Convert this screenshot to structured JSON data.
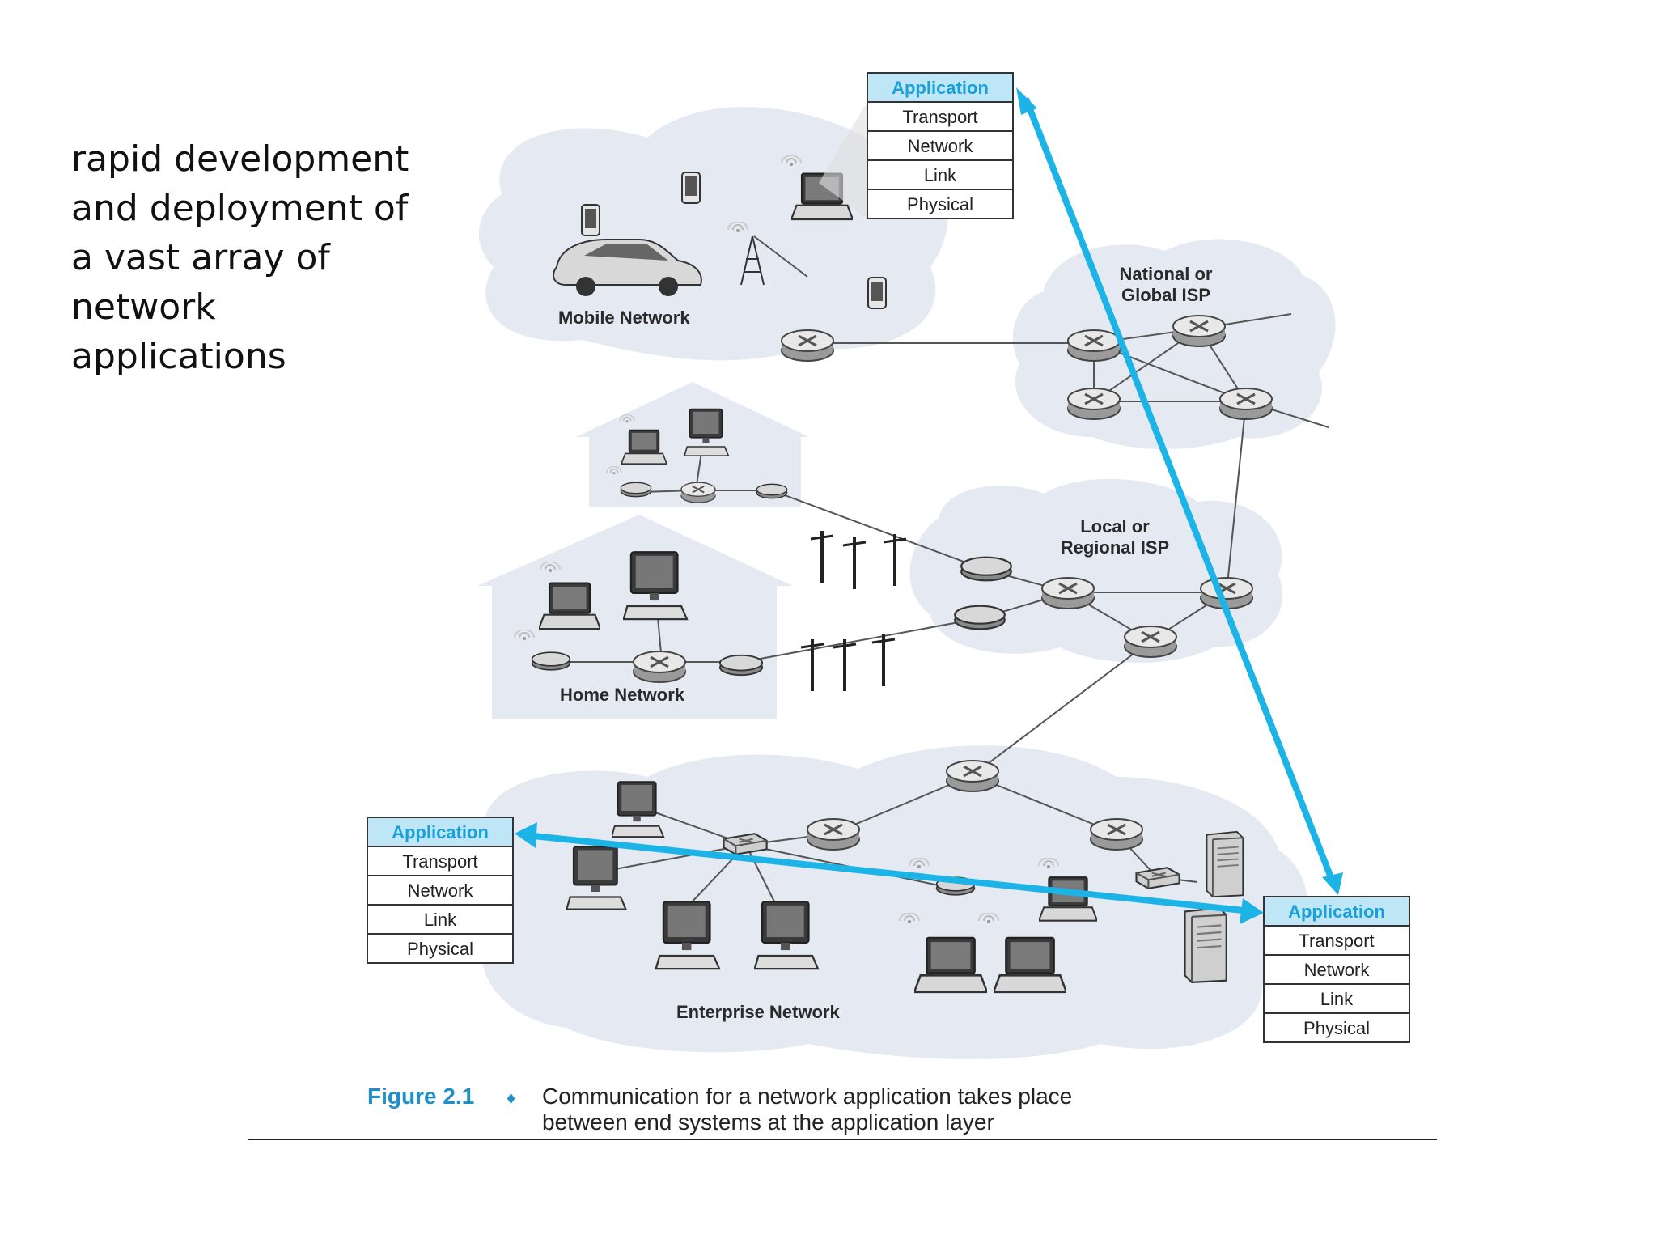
{
  "slide_text": [
    "rapid development",
    "and deployment of",
    "a vast array of",
    "network",
    "applications"
  ],
  "regions": {
    "mobile": "Mobile Network",
    "global_isp": [
      "National or",
      "Global ISP"
    ],
    "local_isp": [
      "Local or",
      "Regional ISP"
    ],
    "home": "Home Network",
    "enterprise": "Enterprise Network"
  },
  "stack_layers": [
    "Application",
    "Transport",
    "Network",
    "Link",
    "Physical"
  ],
  "caption": {
    "label": "Figure 2.1",
    "bullet": "♦",
    "line1": "Communication for a network application takes place",
    "line2": "between end systems at the application layer"
  },
  "colors": {
    "accent": "#1cb4e6",
    "cloud": "#e4e9f2",
    "stack_header": "#bfe6f7",
    "caption_accent": "#1f8fc9"
  }
}
